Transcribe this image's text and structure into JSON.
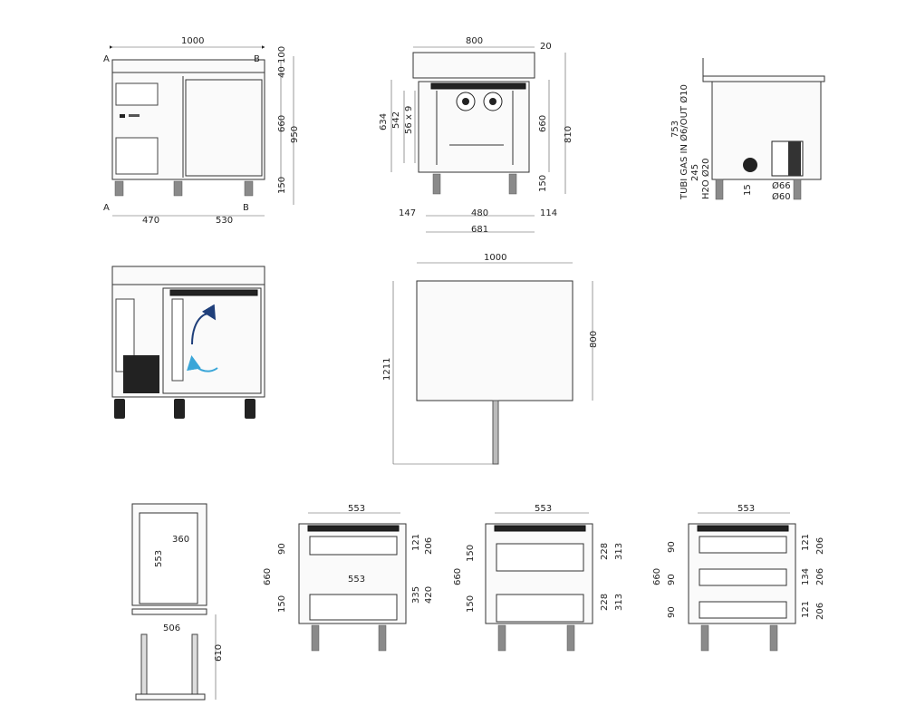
{
  "front": {
    "width_total": "1000",
    "seg_left": "470",
    "seg_right": "530",
    "h1": "40",
    "h2": "100",
    "h3": "660",
    "h4": "950",
    "h5": "150",
    "sec_a": "A",
    "sec_b": "B"
  },
  "side": {
    "w": "800",
    "overhang": "20",
    "h634": "634",
    "h542": "542",
    "shelves": "56 x 9",
    "h660": "660",
    "h810": "810",
    "h150": "150",
    "d147": "147",
    "d480": "480",
    "d114": "114",
    "d681": "681"
  },
  "back": {
    "h753": "753",
    "gas": "TUBI GAS IN Ø6/OUT Ø10",
    "h245": "245",
    "h2o": "H2O Ø20",
    "h15": "15",
    "d66": "Ø66",
    "d60": "Ø60"
  },
  "plan": {
    "w": "1000",
    "h1211": "1211",
    "d800": "800"
  },
  "drawer_detail": {
    "w553": "553",
    "h360": "360",
    "w506": "506",
    "h610": "610"
  },
  "drawers2": {
    "w553": "553",
    "inner553": "553",
    "h660": "660",
    "h90": "90",
    "h150": "150",
    "h121": "121",
    "h206": "206",
    "h335": "335",
    "h420": "420"
  },
  "drawers2b": {
    "w553": "553",
    "h660": "660",
    "h150a": "150",
    "h150b": "150",
    "h228a": "228",
    "h313a": "313",
    "h228b": "228",
    "h313b": "313"
  },
  "drawers3": {
    "w553": "553",
    "h660": "660",
    "h90a": "90",
    "h90b": "90",
    "h90c": "90",
    "h121a": "121",
    "h206a": "206",
    "h134": "134",
    "h206b": "206",
    "h121b": "121",
    "h206c": "206"
  },
  "colors": {
    "arrow_dark": "#1f3f7a",
    "arrow_light": "#3aa6d8"
  }
}
